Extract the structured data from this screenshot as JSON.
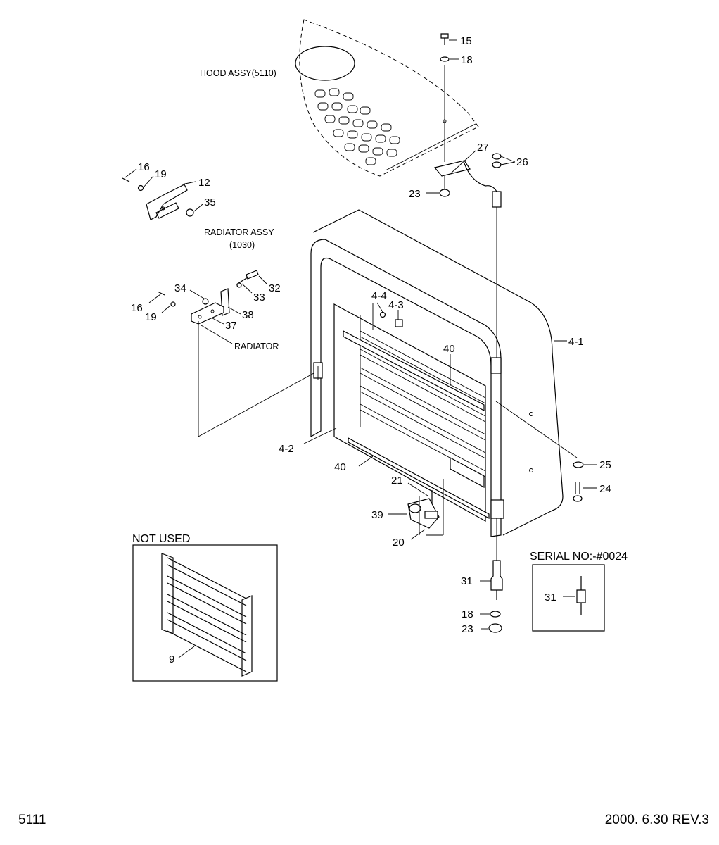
{
  "captions": {
    "hood_assy": "HOOD ASSY(5110)",
    "radiator_assy_line1": "RADIATOR ASSY",
    "radiator_assy_line2": "(1030)",
    "radiator": "RADIATOR",
    "not_used": "NOT USED",
    "serial_no": "SERIAL NO:-#0024"
  },
  "callouts": {
    "c15": "15",
    "c18_top": "18",
    "c27": "27",
    "c26": "26",
    "c23_top": "23",
    "c16_top": "16",
    "c19_top": "19",
    "c12": "12",
    "c35": "35",
    "c34": "34",
    "c33": "33",
    "c32": "32",
    "c16_mid": "16",
    "c19_mid": "19",
    "c38": "38",
    "c37": "37",
    "c4_4": "4-4",
    "c4_3": "4-3",
    "c40_top": "40",
    "c4_1": "4-1",
    "c4_2": "4-2",
    "c40_bottom": "40",
    "c25": "25",
    "c24": "24",
    "c21": "21",
    "c39": "39",
    "c20": "20",
    "c31": "31",
    "c18_bottom": "18",
    "c23_bottom": "23",
    "c9": "9",
    "c31_inset": "31"
  },
  "footer": {
    "page_number": "5111",
    "revision": "2000. 6.30  REV.3"
  }
}
